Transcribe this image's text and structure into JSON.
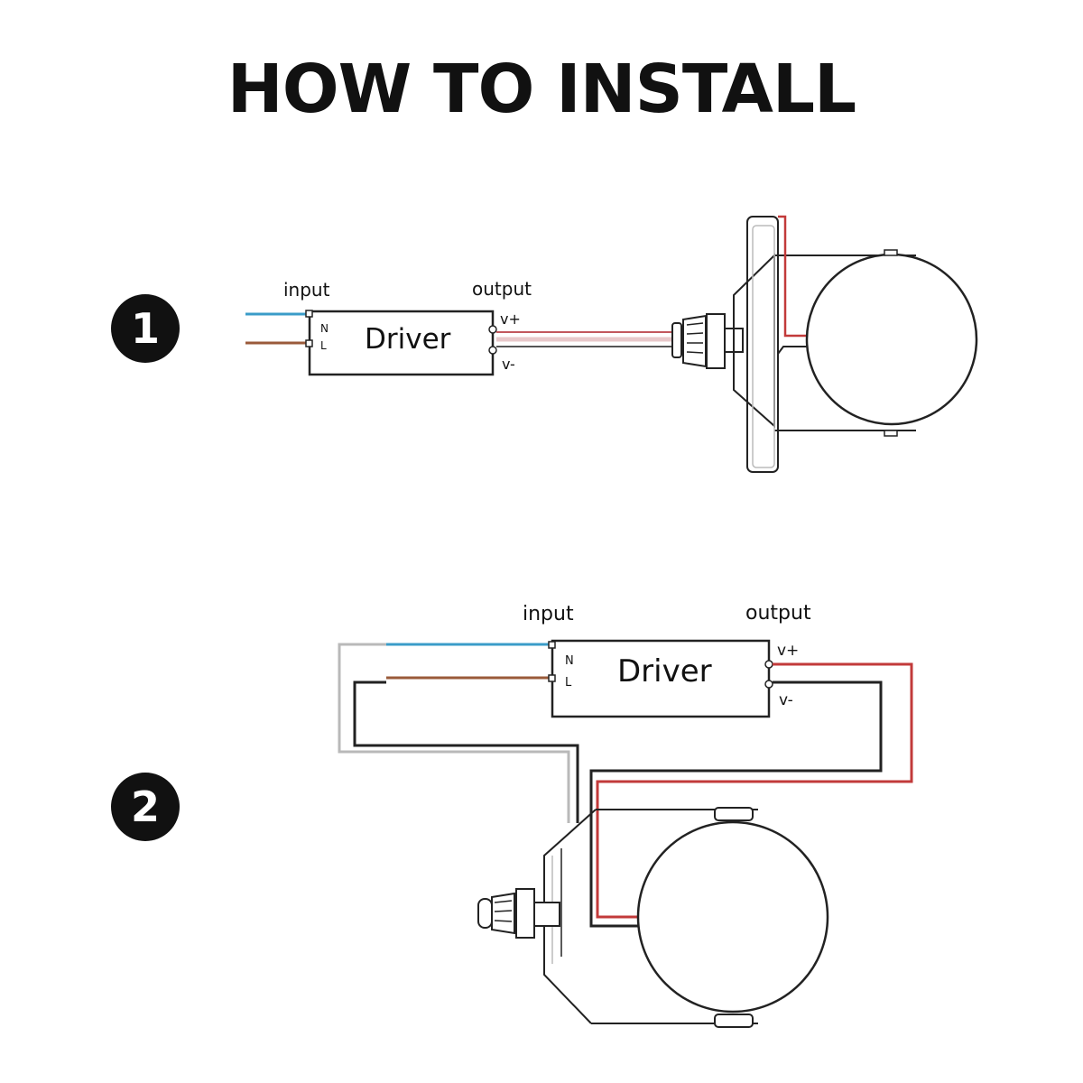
{
  "title": "HOW TO INSTALL",
  "colors": {
    "neutral_wire": "#3a9cc8",
    "live_wire": "#9a5a3a",
    "positive_wire": "#c2585e",
    "negative_wire": "#222222",
    "ground_wire": "#b9b9b9",
    "outline": "#222222"
  },
  "steps": [
    {
      "number": "1",
      "driver": {
        "label": "Driver",
        "input_label": "input",
        "output_label": "output",
        "terminal_n": "N",
        "terminal_l": "L",
        "terminal_vplus": "v+",
        "terminal_vminus": "v-"
      }
    },
    {
      "number": "2",
      "driver": {
        "label": "Driver",
        "input_label": "input",
        "output_label": "output",
        "terminal_n": "N",
        "terminal_l": "L",
        "terminal_vplus": "v+",
        "terminal_vminus": "v-"
      }
    }
  ]
}
